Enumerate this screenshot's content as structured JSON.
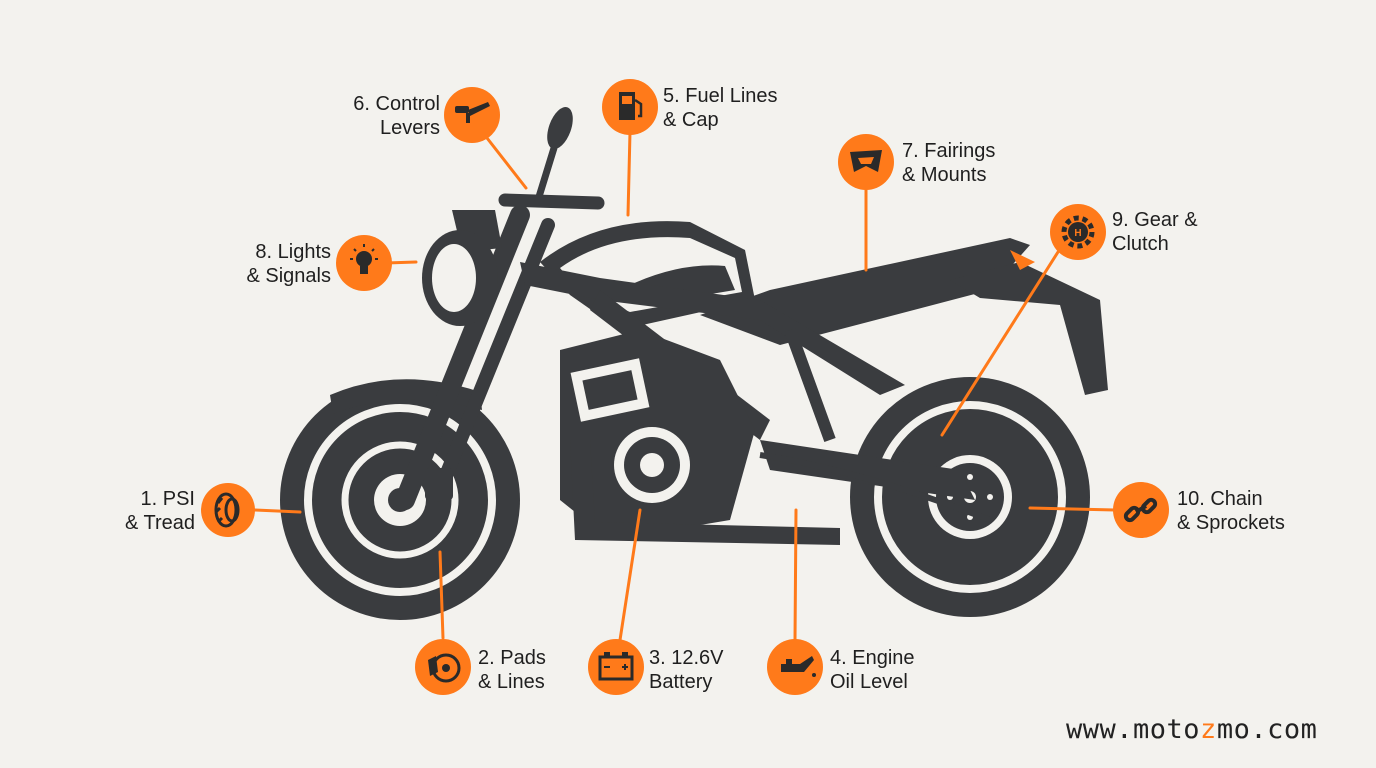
{
  "colors": {
    "accent": "#ff7a1a",
    "bike": "#3a3c3f",
    "background": "#f3f2ee",
    "text": "#1f1f1f"
  },
  "callouts": [
    {
      "id": "tire",
      "line1": "1. PSI",
      "line2": "& Tread",
      "icon": "tire-icon"
    },
    {
      "id": "brakes",
      "line1": "2. Pads",
      "line2": "& Lines",
      "icon": "brake-disc-icon"
    },
    {
      "id": "battery",
      "line1": "3. 12.6V",
      "line2": "Battery",
      "icon": "battery-icon"
    },
    {
      "id": "oil",
      "line1": "4. Engine",
      "line2": "Oil Level",
      "icon": "oil-can-icon"
    },
    {
      "id": "fuel",
      "line1": "5. Fuel Lines",
      "line2": "& Cap",
      "icon": "fuel-pump-icon"
    },
    {
      "id": "levers",
      "line1": "6. Control",
      "line2": "Levers",
      "icon": "handlebar-lever-icon"
    },
    {
      "id": "fairings",
      "line1": "7. Fairings",
      "line2": "& Mounts",
      "icon": "fairing-icon"
    },
    {
      "id": "lights",
      "line1": "8. Lights",
      "line2": "& Signals",
      "icon": "light-bulb-icon"
    },
    {
      "id": "gear",
      "line1": "9. Gear &",
      "line2": "Clutch",
      "icon": "gear-icon"
    },
    {
      "id": "chain",
      "line1": "10. Chain",
      "line2": "& Sprockets",
      "icon": "chain-link-icon"
    }
  ],
  "footer": {
    "url_prefix": "www.moto",
    "url_accent": "z",
    "url_suffix": "mo.com"
  }
}
